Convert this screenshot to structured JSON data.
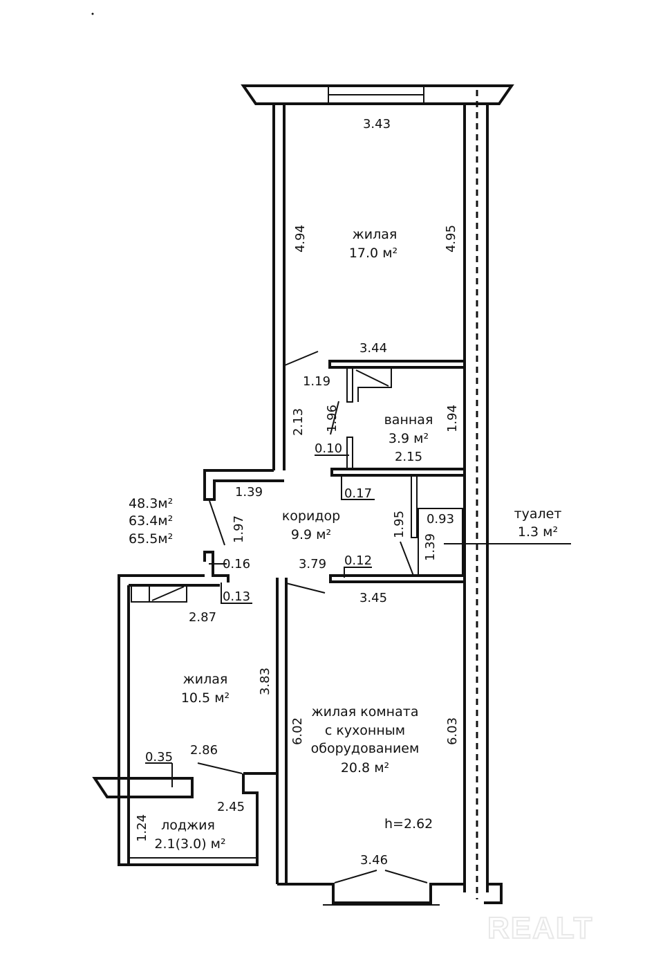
{
  "rooms": {
    "living1": {
      "name": "жилая",
      "area": "17.0 м²"
    },
    "bath": {
      "name": "ванная",
      "area": "3.9 м²"
    },
    "corridor": {
      "name": "коридор",
      "area": "9.9 м²"
    },
    "toilet": {
      "name": "туалет",
      "area": "1.3 м²"
    },
    "living2": {
      "name": "жилая",
      "area": "10.5 м²"
    },
    "kitchen": {
      "name_lines": [
        "жилая комната",
        "с кухонным",
        "оборудованием"
      ],
      "area": "20.8 м²"
    },
    "loggia": {
      "name": "лоджия",
      "area": "2.1(3.0) м²"
    }
  },
  "totals": [
    "48.3м²",
    "63.4м²",
    "65.5м²"
  ],
  "ceiling_height": "h=2.62",
  "dimensions": {
    "top_width": "3.43",
    "living1_left": "4.94",
    "living1_right": "4.95",
    "living1_bottom": "3.44",
    "d_119": "1.19",
    "d_213": "2.13",
    "d_196": "1.96",
    "bath_right": "1.94",
    "d_010": "0.10",
    "bath_width": "2.15",
    "d_139a": "1.39",
    "d_017": "0.17",
    "d_197": "1.97",
    "d_195": "1.95",
    "d_093": "0.93",
    "d_139b": "1.39",
    "d_016": "0.16",
    "d_379": "3.79",
    "d_012": "0.12",
    "d_013": "0.13",
    "d_345": "3.45",
    "d_287": "2.87",
    "d_383": "3.83",
    "d_602": "6.02",
    "d_603": "6.03",
    "d_035": "0.35",
    "d_286": "2.86",
    "d_245": "2.45",
    "d_124": "1.24",
    "d_346": "3.46"
  },
  "watermark": "REALT"
}
